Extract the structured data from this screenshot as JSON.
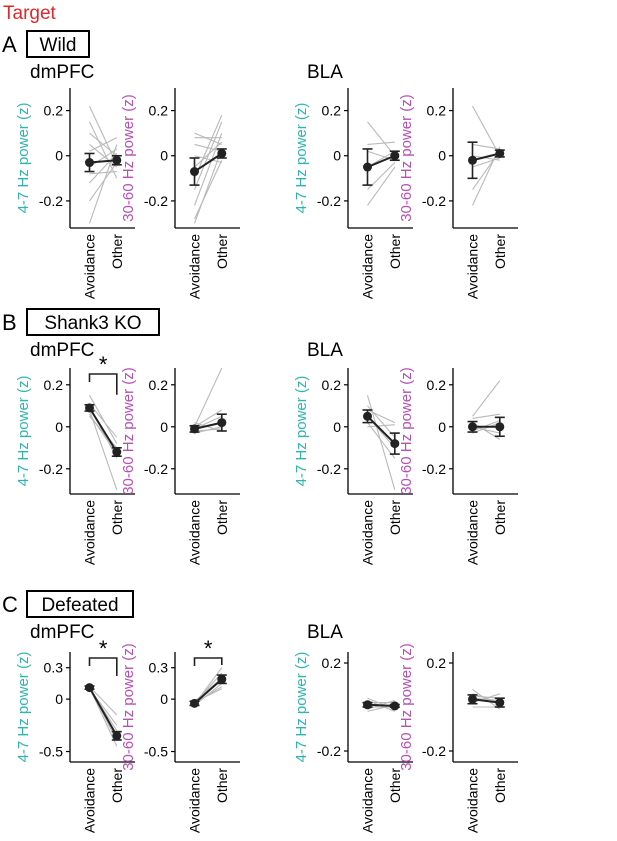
{
  "figure_title": "Target",
  "colors": {
    "title": "#e0282b",
    "theta": "#2fb5b0",
    "gamma": "#b84fb5",
    "mean": "#222222",
    "indiv": "#b9b9b9",
    "axis": "#000000"
  },
  "categories": [
    "Avoidance",
    "Other"
  ],
  "sections": [
    {
      "letter": "A",
      "label": "Wild",
      "region_left": "dmPFC",
      "region_right": "BLA"
    },
    {
      "letter": "B",
      "label": "Shank3 KO",
      "region_left": "dmPFC",
      "region_right": "BLA"
    },
    {
      "letter": "C",
      "label": "Defeated",
      "region_left": "dmPFC",
      "region_right": "BLA"
    }
  ],
  "chart_data": [
    {
      "type": "line",
      "section": "A",
      "region": "dmPFC",
      "ylabel": "4-7 Hz power (z)",
      "band": "theta",
      "categories": [
        "Avoidance",
        "Other"
      ],
      "ylim": [
        -0.32,
        0.3
      ],
      "yticks": [
        0.2,
        0,
        -0.2
      ],
      "yticklabels": [
        "0.2",
        "0",
        "-0.2"
      ],
      "mean": [
        -0.03,
        -0.02
      ],
      "err": [
        0.04,
        0.02
      ],
      "individual": [
        [
          0.22,
          -0.04
        ],
        [
          0.1,
          0.0
        ],
        [
          0.05,
          -0.05
        ],
        [
          0.02,
          0.08
        ],
        [
          -0.05,
          0.03
        ],
        [
          -0.08,
          -0.07
        ],
        [
          -0.12,
          0.01
        ],
        [
          -0.2,
          -0.03
        ],
        [
          -0.3,
          0.05
        ],
        [
          0.15,
          -0.1
        ]
      ],
      "significance": null
    },
    {
      "type": "line",
      "section": "A",
      "region": "dmPFC",
      "ylabel": "30-60 Hz power (z)",
      "band": "gamma",
      "categories": [
        "Avoidance",
        "Other"
      ],
      "ylim": [
        -0.32,
        0.3
      ],
      "yticks": [
        0.2,
        0,
        -0.2
      ],
      "yticklabels": [
        "0.2",
        "0",
        "-0.2"
      ],
      "mean": [
        -0.07,
        0.01
      ],
      "err": [
        0.06,
        0.02
      ],
      "individual": [
        [
          0.1,
          0.05
        ],
        [
          0.05,
          0.02
        ],
        [
          0.0,
          -0.03
        ],
        [
          -0.05,
          0.06
        ],
        [
          -0.1,
          0.18
        ],
        [
          -0.15,
          0.15
        ],
        [
          -0.22,
          0.1
        ],
        [
          -0.3,
          0.03
        ],
        [
          -0.28,
          -0.02
        ],
        [
          0.08,
          0.08
        ]
      ],
      "significance": null
    },
    {
      "type": "line",
      "section": "A",
      "region": "BLA",
      "ylabel": "4-7 Hz power (z)",
      "band": "theta",
      "categories": [
        "Avoidance",
        "Other"
      ],
      "ylim": [
        -0.32,
        0.3
      ],
      "yticks": [
        0.2,
        0,
        -0.2
      ],
      "yticklabels": [
        "0.2",
        "0",
        "-0.2"
      ],
      "mean": [
        -0.05,
        0.0
      ],
      "err": [
        0.08,
        0.02
      ],
      "individual": [
        [
          0.15,
          0.0
        ],
        [
          0.05,
          0.06
        ],
        [
          -0.05,
          0.02
        ],
        [
          -0.15,
          -0.03
        ],
        [
          -0.22,
          -0.05
        ],
        [
          0.02,
          -0.02
        ]
      ],
      "significance": null
    },
    {
      "type": "line",
      "section": "A",
      "region": "BLA",
      "ylabel": "30-60 Hz power (z)",
      "band": "gamma",
      "categories": [
        "Avoidance",
        "Other"
      ],
      "ylim": [
        -0.32,
        0.3
      ],
      "yticks": [
        0.2,
        0,
        -0.2
      ],
      "yticklabels": [
        "0.2",
        "0",
        "-0.2"
      ],
      "mean": [
        -0.02,
        0.01
      ],
      "err": [
        0.08,
        0.015
      ],
      "individual": [
        [
          0.22,
          0.0
        ],
        [
          0.05,
          0.03
        ],
        [
          -0.05,
          -0.01
        ],
        [
          -0.15,
          0.02
        ],
        [
          -0.22,
          0.04
        ],
        [
          0.0,
          -0.02
        ]
      ],
      "significance": null
    },
    {
      "type": "line",
      "section": "B",
      "region": "dmPFC",
      "ylabel": "4-7 Hz power (z)",
      "band": "theta",
      "categories": [
        "Avoidance",
        "Other"
      ],
      "ylim": [
        -0.32,
        0.28
      ],
      "yticks": [
        0.2,
        0,
        -0.2
      ],
      "yticklabels": [
        "0.2",
        "0",
        "-0.2"
      ],
      "mean": [
        0.09,
        -0.12
      ],
      "err": [
        0.015,
        0.02
      ],
      "individual": [
        [
          0.15,
          -0.08
        ],
        [
          0.1,
          -0.15
        ],
        [
          0.08,
          -0.3
        ],
        [
          0.05,
          -0.1
        ],
        [
          0.11,
          -0.05
        ],
        [
          0.06,
          -0.13
        ]
      ],
      "significance": {
        "label": "*"
      }
    },
    {
      "type": "line",
      "section": "B",
      "region": "dmPFC",
      "ylabel": "30-60 Hz power (z)",
      "band": "gamma",
      "categories": [
        "Avoidance",
        "Other"
      ],
      "ylim": [
        -0.32,
        0.28
      ],
      "yticks": [
        0.2,
        0,
        -0.2
      ],
      "yticklabels": [
        "0.2",
        "0",
        "-0.2"
      ],
      "mean": [
        -0.01,
        0.02
      ],
      "err": [
        0.015,
        0.04
      ],
      "individual": [
        [
          0.0,
          0.28
        ],
        [
          -0.01,
          0.05
        ],
        [
          0.02,
          -0.02
        ],
        [
          -0.03,
          0.0
        ],
        [
          0.0,
          0.08
        ],
        [
          -0.02,
          -0.01
        ]
      ],
      "significance": null
    },
    {
      "type": "line",
      "section": "B",
      "region": "BLA",
      "ylabel": "4-7 Hz power (z)",
      "band": "theta",
      "categories": [
        "Avoidance",
        "Other"
      ],
      "ylim": [
        -0.32,
        0.28
      ],
      "yticks": [
        0.2,
        0,
        -0.2
      ],
      "yticklabels": [
        "0.2",
        "0",
        "-0.2"
      ],
      "mean": [
        0.05,
        -0.08
      ],
      "err": [
        0.03,
        0.05
      ],
      "individual": [
        [
          0.15,
          -0.3
        ],
        [
          0.08,
          0.02
        ],
        [
          0.05,
          -0.1
        ],
        [
          0.02,
          -0.15
        ],
        [
          0.1,
          -0.05
        ],
        [
          0.0,
          0.01
        ]
      ],
      "significance": null
    },
    {
      "type": "line",
      "section": "B",
      "region": "BLA",
      "ylabel": "30-60 Hz power (z)",
      "band": "gamma",
      "categories": [
        "Avoidance",
        "Other"
      ],
      "ylim": [
        -0.32,
        0.28
      ],
      "yticks": [
        0.2,
        0,
        -0.2
      ],
      "yticklabels": [
        "0.2",
        "0",
        "-0.2"
      ],
      "mean": [
        0.0,
        0.0
      ],
      "err": [
        0.025,
        0.045
      ],
      "individual": [
        [
          0.05,
          0.22
        ],
        [
          0.02,
          -0.06
        ],
        [
          -0.02,
          0.03
        ],
        [
          0.0,
          -0.03
        ],
        [
          0.04,
          0.06
        ],
        [
          -0.03,
          0.02
        ]
      ],
      "significance": null
    },
    {
      "type": "line",
      "section": "C",
      "region": "dmPFC",
      "ylabel": "4-7 Hz power (z)",
      "band": "theta",
      "categories": [
        "Avoidance",
        "Other"
      ],
      "ylim": [
        -0.6,
        0.45
      ],
      "yticks": [
        0.3,
        0,
        -0.5
      ],
      "yticklabels": [
        "0.3",
        "0",
        "-0.5"
      ],
      "mean": [
        0.11,
        -0.35
      ],
      "err": [
        0.015,
        0.04
      ],
      "individual": [
        [
          0.12,
          -0.15
        ],
        [
          0.1,
          -0.3
        ],
        [
          0.12,
          -0.4
        ],
        [
          0.11,
          -0.45
        ],
        [
          0.1,
          -0.25
        ],
        [
          0.12,
          -0.38
        ]
      ],
      "significance": {
        "label": "*"
      }
    },
    {
      "type": "line",
      "section": "C",
      "region": "dmPFC",
      "ylabel": "30-60 Hz power (z)",
      "band": "gamma",
      "categories": [
        "Avoidance",
        "Other"
      ],
      "ylim": [
        -0.6,
        0.45
      ],
      "yticks": [
        0.3,
        0,
        -0.5
      ],
      "yticklabels": [
        "0.3",
        "0",
        "-0.5"
      ],
      "mean": [
        -0.04,
        0.19
      ],
      "err": [
        0.02,
        0.04
      ],
      "individual": [
        [
          -0.05,
          0.3
        ],
        [
          -0.03,
          0.1
        ],
        [
          -0.04,
          0.25
        ],
        [
          -0.06,
          0.15
        ],
        [
          -0.02,
          0.2
        ],
        [
          -0.04,
          0.12
        ]
      ],
      "significance": {
        "label": "*"
      }
    },
    {
      "type": "line",
      "section": "C",
      "region": "BLA",
      "ylabel": "4-7 Hz power (z)",
      "band": "theta",
      "categories": [
        "Avoidance",
        "Other"
      ],
      "ylim": [
        -0.25,
        0.25
      ],
      "yticks": [
        0.2,
        -0.2
      ],
      "yticklabels": [
        "0.2",
        "-0.2"
      ],
      "mean": [
        0.01,
        0.005
      ],
      "err": [
        0.01,
        0.006
      ],
      "individual": [
        [
          0.04,
          -0.01
        ],
        [
          0.02,
          0.02
        ],
        [
          -0.02,
          0.01
        ],
        [
          0.0,
          0.0
        ],
        [
          0.03,
          -0.02
        ],
        [
          -0.01,
          0.03
        ]
      ],
      "significance": null
    },
    {
      "type": "line",
      "section": "C",
      "region": "BLA",
      "ylabel": "30-60 Hz power (z)",
      "band": "gamma",
      "categories": [
        "Avoidance",
        "Other"
      ],
      "ylim": [
        -0.25,
        0.25
      ],
      "yticks": [
        0.2,
        -0.2
      ],
      "yticklabels": [
        "0.2",
        "-0.2"
      ],
      "mean": [
        0.035,
        0.02
      ],
      "err": [
        0.02,
        0.02
      ],
      "individual": [
        [
          0.08,
          -0.01
        ],
        [
          0.05,
          0.04
        ],
        [
          0.02,
          0.06
        ],
        [
          0.0,
          0.0
        ],
        [
          0.04,
          0.03
        ],
        [
          0.06,
          0.02
        ]
      ],
      "significance": null
    }
  ]
}
